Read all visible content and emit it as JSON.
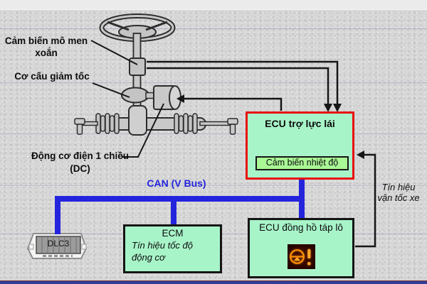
{
  "callouts": {
    "torque_sensor_line1": "Cảm biến mô men",
    "torque_sensor_line2": "xoắn",
    "reduction_gear": "Cơ cấu giảm tốc",
    "dc_motor_line1": "Động cơ điện 1 chiều",
    "dc_motor_line2": "(DC)"
  },
  "can_bus": {
    "label": "CAN (V Bus)",
    "color": "#2424dd"
  },
  "eps_ecu": {
    "title": "ECU trợ lực lái",
    "temp_sensor_label": "Cảm biến nhiệt độ",
    "border_color": "#e81010",
    "fill_color": "#a8f4c9"
  },
  "speed_signal": {
    "line1": "Tín hiệu",
    "line2": "vận tốc xe"
  },
  "ecm": {
    "title": "ECM",
    "signal_label": "Tín hiệu tốc độ động cơ"
  },
  "cluster_ecu": {
    "title": "ECU đồng hồ táp lô",
    "warning_icon": "eps-warning-lamp",
    "icon_color": "#ff9100"
  },
  "dlc3": {
    "label": "DLC3"
  }
}
